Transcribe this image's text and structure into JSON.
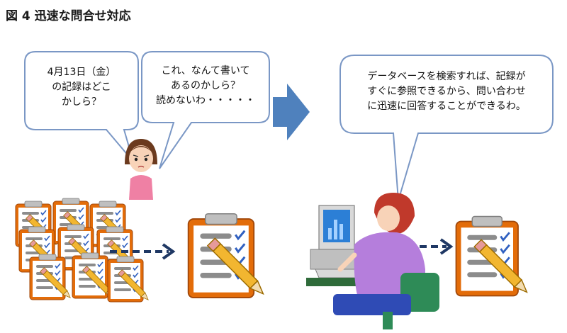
{
  "title": "図 4 迅速な問合せ対応",
  "bubbles": {
    "date_question": [
      "4月13日（金）",
      "の記録はどこ",
      "かしら？"
    ],
    "cannot_read": [
      "これ、なんて書いて",
      "あるのかしら？",
      "読めないわ・・・・・"
    ],
    "database": [
      "データベースを検索すれば、記録が",
      "すぐに参照できるから、問い合わせ",
      "に迅速に回答することができるわ。"
    ]
  },
  "colors": {
    "bubble_border": "#7a97c5",
    "arrow_blue": "#4f81bd",
    "dash_arrow": "#1f3864",
    "clipboard_orange": "#e36c09",
    "check_blue": "#3060c0"
  },
  "icons": [
    "worried-woman-icon",
    "clipboard-checklist-icon",
    "pencil-icon",
    "computer-monitor-icon",
    "office-worker-icon"
  ]
}
